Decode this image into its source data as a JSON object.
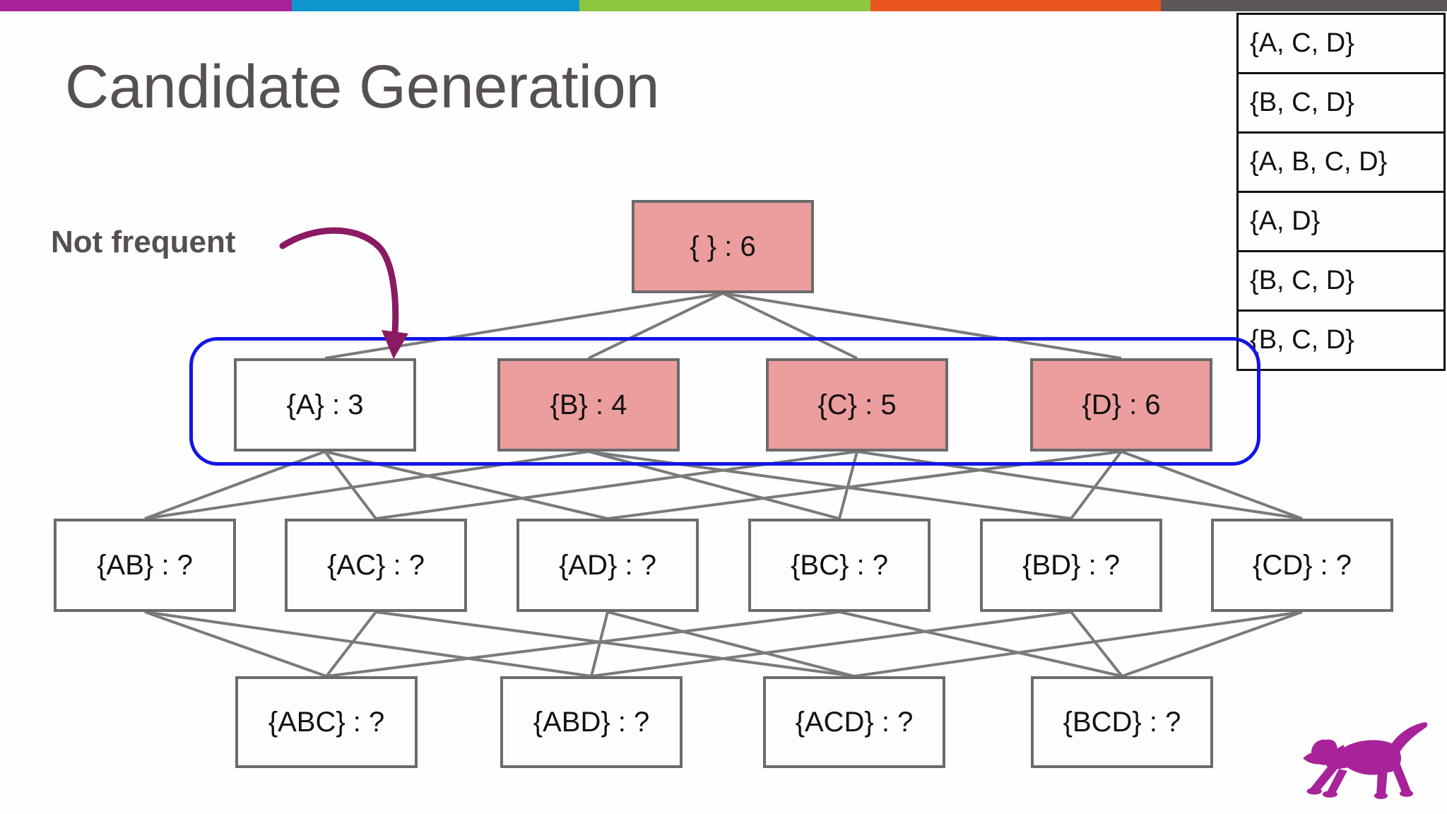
{
  "slide": {
    "title": "Candidate Generation",
    "annotation": "Not frequent",
    "logo": "dog-logo"
  },
  "colors": {
    "accent_bar": [
      "#a82399",
      "#0d97cd",
      "#8dc63f",
      "#e9571f",
      "#5d5659"
    ],
    "node_highlight_fill": "#ec9d9d",
    "node_border": "#6b6b6b",
    "edge_line": "#7a7a7a",
    "highlight_frame": "#1414e6",
    "annotation_arrow": "#8a1a62",
    "title_text": "#565052",
    "logo_color": "#a82399"
  },
  "side_table": {
    "rows": [
      "{A, C, D}",
      "{B, C, D}",
      "{A, B, C, D}",
      "{A, D}",
      "{B, C, D}",
      "{B, C, D}"
    ]
  },
  "lattice": {
    "nodes": [
      {
        "id": "empty",
        "label": "{ } : 6",
        "highlighted": true
      },
      {
        "id": "a",
        "label": "{A} : 3",
        "highlighted": false
      },
      {
        "id": "b",
        "label": "{B} : 4",
        "highlighted": true
      },
      {
        "id": "c",
        "label": "{C} : 5",
        "highlighted": true
      },
      {
        "id": "d",
        "label": "{D} : 6",
        "highlighted": true
      },
      {
        "id": "ab",
        "label": "{AB} : ?",
        "highlighted": false
      },
      {
        "id": "ac",
        "label": "{AC} : ?",
        "highlighted": false
      },
      {
        "id": "ad",
        "label": "{AD} : ?",
        "highlighted": false
      },
      {
        "id": "bc",
        "label": "{BC} : ?",
        "highlighted": false
      },
      {
        "id": "bd",
        "label": "{BD} : ?",
        "highlighted": false
      },
      {
        "id": "cd",
        "label": "{CD} : ?",
        "highlighted": false
      },
      {
        "id": "abc",
        "label": "{ABC} : ?",
        "highlighted": false
      },
      {
        "id": "abd",
        "label": "{ABD} : ?",
        "highlighted": false
      },
      {
        "id": "acd",
        "label": "{ACD} : ?",
        "highlighted": false
      },
      {
        "id": "bcd",
        "label": "{BCD} : ?",
        "highlighted": false
      }
    ],
    "edges": [
      [
        "empty",
        "a"
      ],
      [
        "empty",
        "b"
      ],
      [
        "empty",
        "c"
      ],
      [
        "empty",
        "d"
      ],
      [
        "a",
        "ab"
      ],
      [
        "a",
        "ac"
      ],
      [
        "a",
        "ad"
      ],
      [
        "b",
        "ab"
      ],
      [
        "b",
        "bc"
      ],
      [
        "b",
        "bd"
      ],
      [
        "c",
        "ac"
      ],
      [
        "c",
        "bc"
      ],
      [
        "c",
        "cd"
      ],
      [
        "d",
        "ad"
      ],
      [
        "d",
        "bd"
      ],
      [
        "d",
        "cd"
      ],
      [
        "ab",
        "abc"
      ],
      [
        "ab",
        "abd"
      ],
      [
        "ac",
        "abc"
      ],
      [
        "ac",
        "acd"
      ],
      [
        "ad",
        "abd"
      ],
      [
        "ad",
        "acd"
      ],
      [
        "bc",
        "abc"
      ],
      [
        "bc",
        "bcd"
      ],
      [
        "bd",
        "abd"
      ],
      [
        "bd",
        "bcd"
      ],
      [
        "cd",
        "acd"
      ],
      [
        "cd",
        "bcd"
      ]
    ]
  }
}
